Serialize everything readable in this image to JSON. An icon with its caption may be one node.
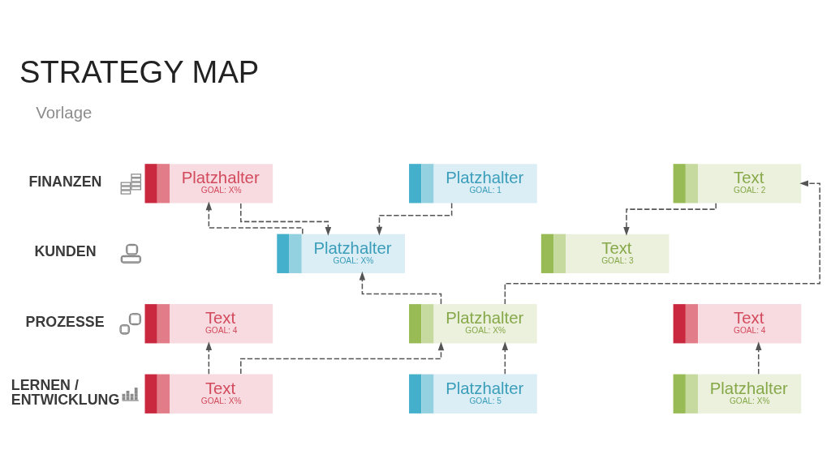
{
  "diagram": {
    "title": "STRATEGY MAP",
    "nodes": [
      {
        "text": [
          "Platzhalter",
          "GOAL: X%"
        ]
      },
      {
        "text": [
          "Platzhalter",
          "GOAL: 1"
        ]
      },
      {
        "text": [
          "Text",
          "GOAL: 2"
        ]
      },
      {
        "text": [
          "Platzhalter",
          "GOAL: X%"
        ]
      },
      {
        "text": [
          "Text",
          "GOAL: 3"
        ]
      },
      {
        "text": [
          "Text",
          "GOAL: 4"
        ]
      },
      {
        "text": [
          "Platzhalter",
          "GOAL: X%"
        ]
      },
      {
        "text": [
          "Text",
          "GOAL: 4"
        ]
      },
      {
        "text": [
          "Text",
          "GOAL: X%"
        ]
      },
      {
        "text": [
          "Platzhalter",
          "GOAL: 5"
        ]
      },
      {
        "text": [
          "Platzhalter",
          "GOAL: X%"
        ]
      }
    ],
    "edges": [
      {
        "from": 0,
        "to": 3,
        "arrow": "to",
        "style": "dashed"
      },
      {
        "from": 2,
        "to": 4,
        "arrow": "to",
        "style": "dashed"
      },
      {
        "from": 1,
        "to": 3,
        "arrow": "to",
        "style": "dashed"
      },
      {
        "from": 3,
        "to": 0,
        "arrow": "to",
        "style": "dashed"
      },
      {
        "from": 6,
        "to": 3,
        "arrow": "to",
        "style": "dashed"
      },
      {
        "from": 6,
        "to": 2,
        "arrow": "to",
        "style": "dashed"
      },
      {
        "from": 8,
        "to": 6,
        "arrow": "to",
        "style": "dashed"
      },
      {
        "from": 8,
        "to": 5,
        "arrow": "to",
        "style": "dashed"
      },
      {
        "from": 9,
        "to": 6,
        "arrow": "to",
        "style": "dashed"
      },
      {
        "from": 10,
        "to": 7,
        "arrow": "to",
        "style": "dashed"
      }
    ],
    "labels": [
      "Vorlage",
      "FINANZEN",
      "KUNDEN",
      "PROZESSE",
      "LERNEN / ENTWICKLUNG"
    ]
  }
}
